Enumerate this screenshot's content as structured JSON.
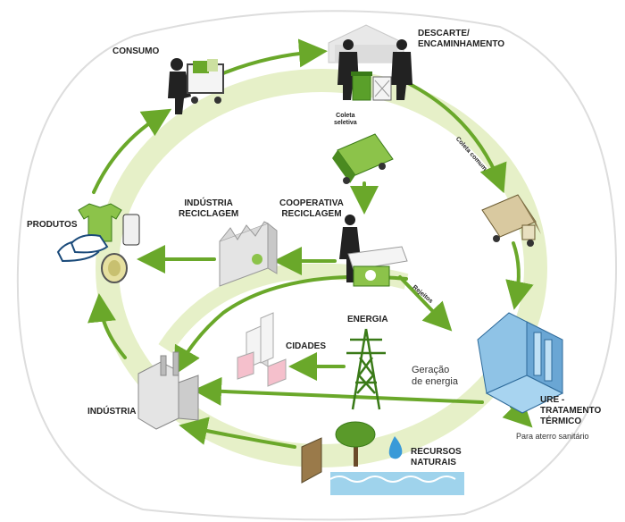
{
  "labels": {
    "consumo": "CONSUMO",
    "descarte_1": "DESCARTE/",
    "descarte_2": "ENCAMINHAMENTO",
    "coleta_seletiva_1": "Coleta",
    "coleta_seletiva_2": "seletiva",
    "coleta_comum": "Coleta comum",
    "produtos": "PRODUTOS",
    "industria_reciclagem_1": "INDÚSTRIA",
    "industria_reciclagem_2": "RECICLAGEM",
    "cooperativa_1": "COOPERATIVA",
    "cooperativa_2": "RECICLAGEM",
    "rejeitos": "Rejeitos",
    "energia": "ENERGIA",
    "cidades": "CIDADES",
    "geracao_1": "Geração",
    "geracao_2": "de energia",
    "industria": "INDÚSTRIA",
    "ure_1": "URE -",
    "ure_2": "TRATAMENTO",
    "ure_3": "TÉRMICO",
    "aterro": "Para aterro sanitário",
    "recursos_1": "RECURSOS",
    "recursos_2": "NATURAIS"
  },
  "colors": {
    "arrow": "#6aa82a",
    "ring": "#e6f0c8",
    "building": "#e8e8e8",
    "ure_blue": "#8fc3e6",
    "water": "#9fd3ec",
    "tower": "#5a9a2a",
    "person": "#222222"
  }
}
